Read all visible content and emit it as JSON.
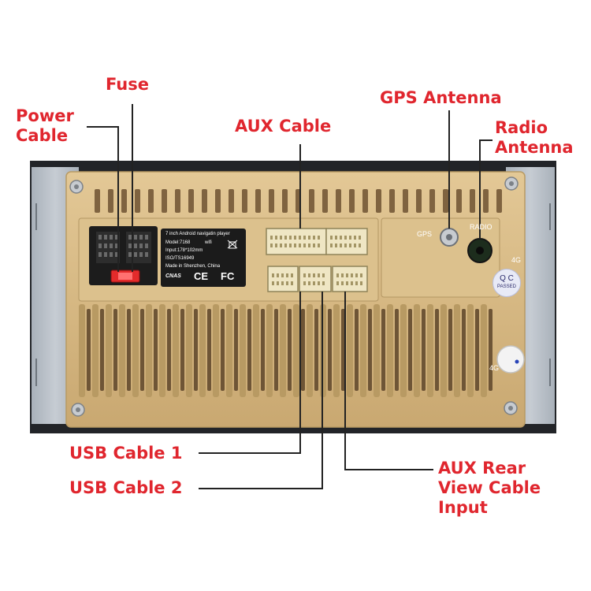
{
  "callouts": {
    "fuse": "Fuse",
    "power_cable": "Power\nCable",
    "aux_cable": "AUX Cable",
    "gps_antenna": "GPS Antenna",
    "radio_antenna": "Radio\nAntenna",
    "usb_cable_1": "USB Cable 1",
    "usb_cable_2": "USB Cable 2",
    "aux_rear_view": "AUX Rear\nView Cable\nInput"
  },
  "sticker": {
    "line1": "7 inch Android navigatin player",
    "line2": "Model:7168",
    "line2b": "wifi",
    "line3": "Input:178*102mm",
    "line4": "ISO/TS16949",
    "line5": "Made in Shenzhen, China",
    "cnas": "CNAS",
    "ce": "CE",
    "fc": "FC"
  },
  "ports": {
    "gps": "GPS",
    "radio": "RADIO",
    "fourg_top": "4G",
    "fourg_bottom": "4G"
  },
  "qc": {
    "top": "Q C",
    "bottom": "PASSED"
  },
  "colors": {
    "label_red": "#e0262e",
    "body_gold": "#d8bb86",
    "bracket_gray": "#b7bec6",
    "leader_line": "#222222"
  }
}
